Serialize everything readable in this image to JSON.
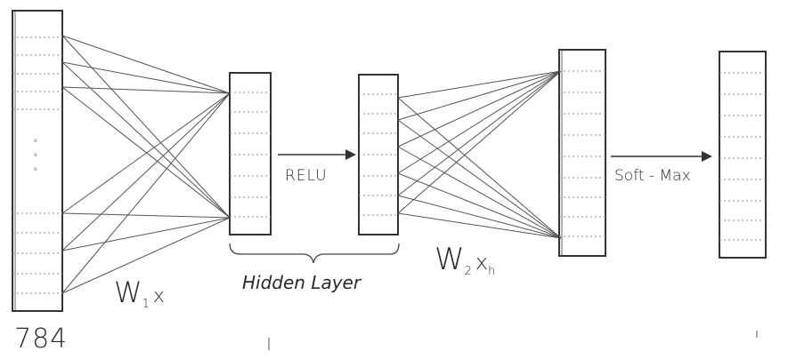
{
  "diagram": {
    "input_layer": {
      "label": "784",
      "dots": "∘\n∘\n∘"
    },
    "weights_1": {
      "main": "W",
      "sub": "1",
      "tail": "x"
    },
    "activation_1": {
      "label": "RELU"
    },
    "hidden": {
      "label": "Hidden Layer"
    },
    "weights_2": {
      "main": "W",
      "sub": "2",
      "tail": "x",
      "tail_sub": "h"
    },
    "activation_2": {
      "label": "Soft - Max"
    },
    "colors": {
      "ink": "#3a3a3a",
      "line": "#555555",
      "dash": "#888888"
    }
  }
}
